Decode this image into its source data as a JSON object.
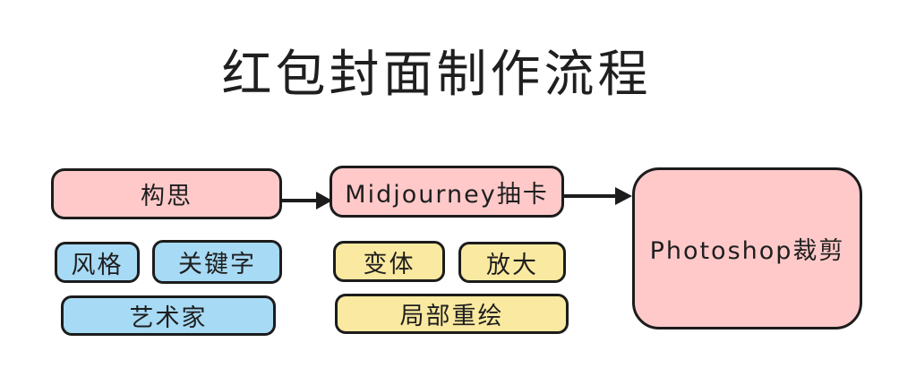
{
  "title": "红包封面制作流程",
  "flow": {
    "step1": {
      "label": "构思"
    },
    "step2": {
      "label": "Midjourney抽卡"
    },
    "step3": {
      "label": "Photoshop裁剪"
    }
  },
  "step1_children": [
    {
      "label": "风格"
    },
    {
      "label": "关键字"
    },
    {
      "label": "艺术家"
    }
  ],
  "step2_children": [
    {
      "label": "变体"
    },
    {
      "label": "放大"
    },
    {
      "label": "局部重绘"
    }
  ],
  "connections": [
    {
      "from": "构思",
      "to": "Midjourney抽卡"
    },
    {
      "from": "Midjourney抽卡",
      "to": "Photoshop裁剪"
    }
  ],
  "colors": {
    "step_fill": "#ffc9c9",
    "step1_children_fill": "#a7daf5",
    "step2_children_fill": "#fae9a0",
    "stroke": "#1c1c1c",
    "background": "#ffffff"
  }
}
